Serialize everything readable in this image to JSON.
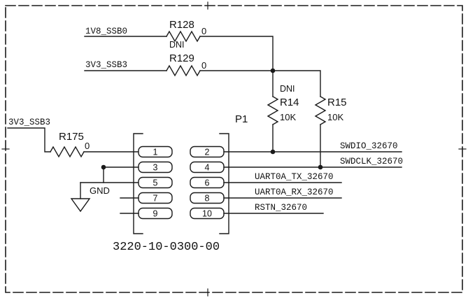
{
  "schematic": {
    "ink_color": "#1a1a1a",
    "resistors": {
      "R128": {
        "ref": "R128",
        "value": "0",
        "dni": "DNI"
      },
      "R129": {
        "ref": "R129",
        "value": "0"
      },
      "R14": {
        "ref": "R14",
        "value": "10K",
        "dni": "DNI"
      },
      "R15": {
        "ref": "R15",
        "value": "10K"
      },
      "R175": {
        "ref": "R175",
        "value": "0"
      }
    },
    "connector": {
      "ref": "P1",
      "part_number": "3220-10-0300-00",
      "left_pins": [
        "1",
        "3",
        "5",
        "7",
        "9"
      ],
      "right_pins": [
        "2",
        "4",
        "6",
        "8",
        "10"
      ]
    },
    "net_labels": {
      "top_input_1": "1V8_SSB0",
      "top_input_2": "3V3_SSB3",
      "left_input": "3V3_SSB3",
      "ground": "GND",
      "pin2": "SWDIO_32670",
      "pin4": "SWDCLK_32670",
      "pin6": "UART0A_TX_32670",
      "pin8": "UART0A_RX_32670",
      "pin10": "RSTN_32670"
    }
  }
}
